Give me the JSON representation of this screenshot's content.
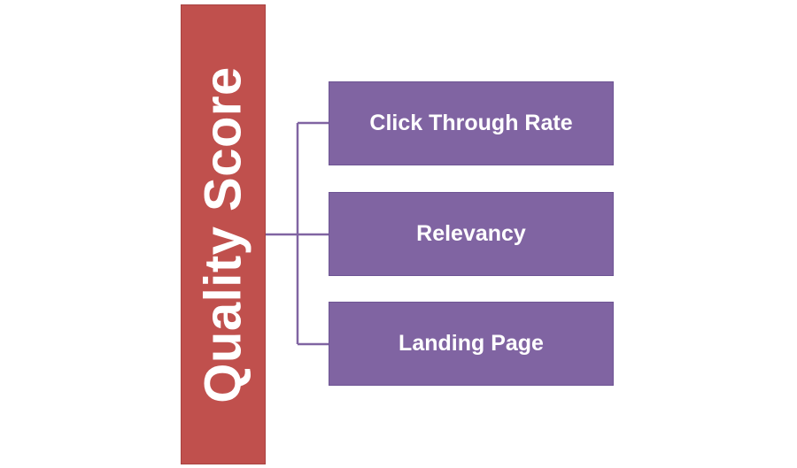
{
  "diagram": {
    "root": {
      "label": "Quality Score",
      "color": "#c0504d"
    },
    "children": [
      {
        "label": "Click Through Rate",
        "color": "#8064a2"
      },
      {
        "label": "Relevancy",
        "color": "#8064a2"
      },
      {
        "label": "Landing Page",
        "color": "#8064a2"
      }
    ],
    "connector_color": "#8064a2"
  }
}
